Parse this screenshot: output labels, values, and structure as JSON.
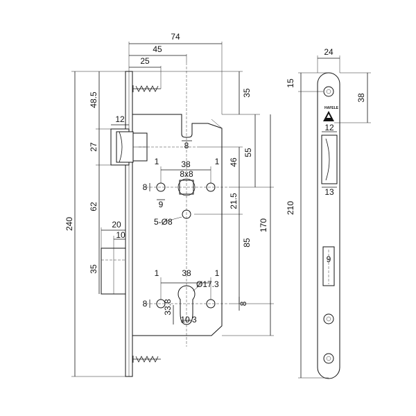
{
  "drawing": {
    "colors": {
      "line": "#111111",
      "background": "#ffffff"
    },
    "logo_text": "HAFELE",
    "dimensions": {
      "d74": "74",
      "d45": "45",
      "d25": "25",
      "d48_5": "48.5",
      "d35_top": "35",
      "d12_bolt": "12",
      "d27": "27",
      "d8_slot": "8",
      "d46": "46",
      "d55": "55",
      "d38_top": "38",
      "d8x8": "8x8",
      "d1_tl": "1",
      "d1_tr": "1",
      "d8_left_top": "8",
      "d9": "9",
      "d21_5": "21.5",
      "d62": "62",
      "d5_d8": "5-Ø8",
      "d20": "20",
      "d10": "10",
      "d240": "240",
      "d170": "170",
      "d85": "85",
      "d35_latch": "35",
      "d1_bl": "1",
      "d38_bottom": "38",
      "d1_br": "1",
      "d17_3": "Ø17.3",
      "d8_left_bottom": "8",
      "d33_8": "33.8",
      "d10_3": "10.3",
      "d8_right_bottom": "8",
      "s24": "24",
      "s15": "15",
      "s38": "38",
      "s12": "12",
      "s13": "13",
      "s210": "210",
      "s9": "9"
    }
  }
}
